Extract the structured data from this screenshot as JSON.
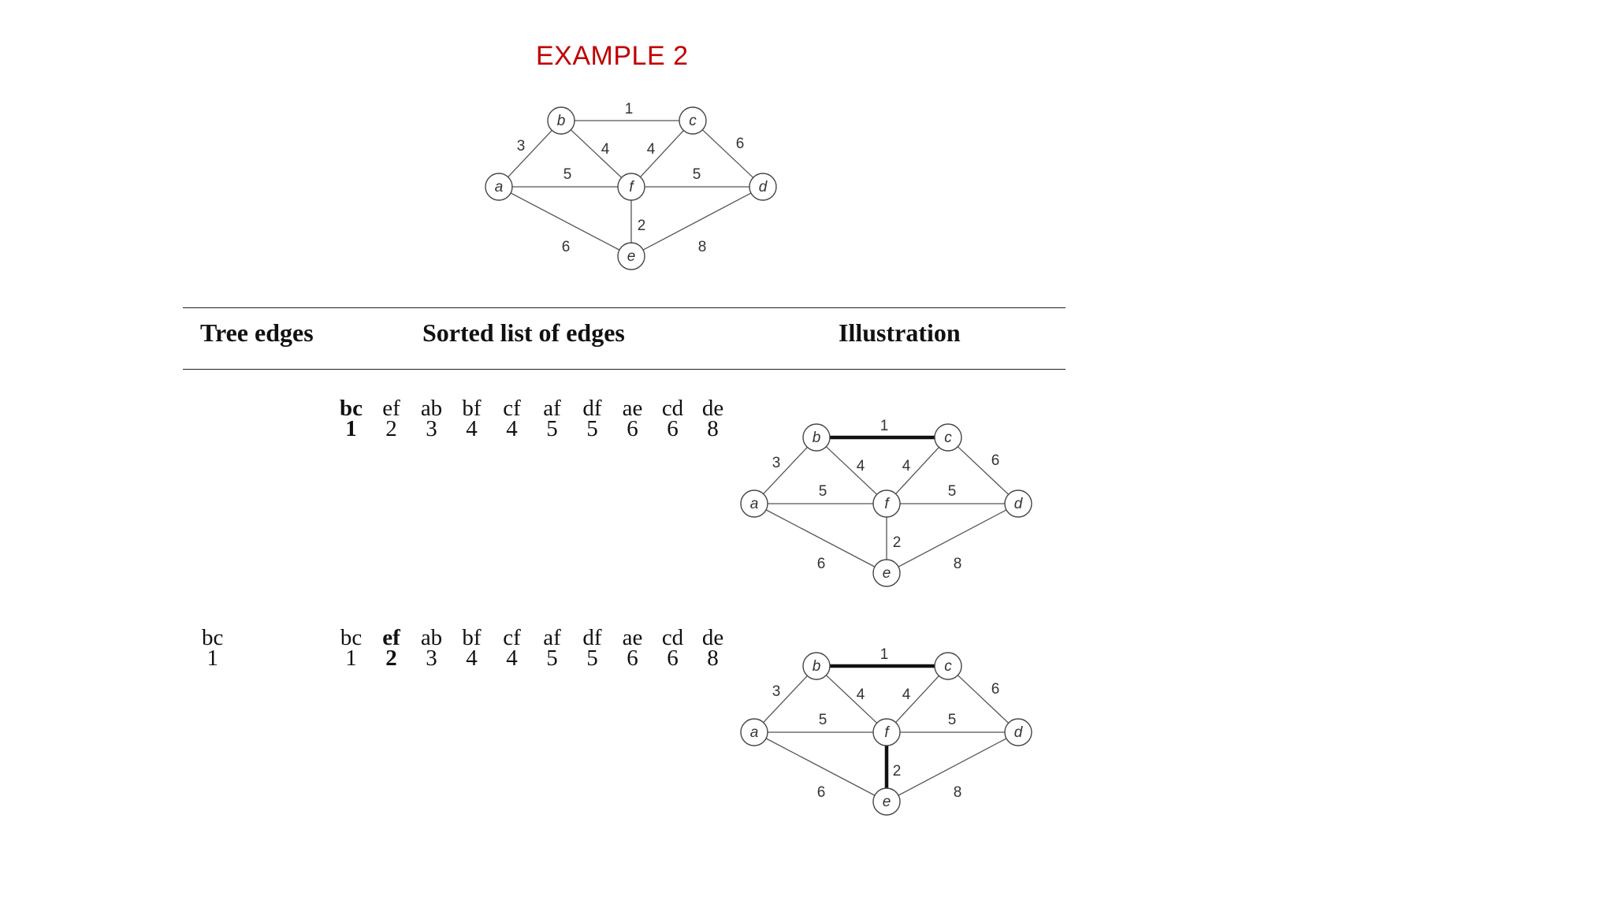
{
  "title": "EXAMPLE 2",
  "graph": {
    "nodes": [
      "a",
      "b",
      "c",
      "d",
      "e",
      "f"
    ],
    "edges": [
      {
        "id": "ab",
        "from": "a",
        "to": "b",
        "weight": "3"
      },
      {
        "id": "bc",
        "from": "b",
        "to": "c",
        "weight": "1"
      },
      {
        "id": "bf",
        "from": "b",
        "to": "f",
        "weight": "4"
      },
      {
        "id": "cf",
        "from": "c",
        "to": "f",
        "weight": "4"
      },
      {
        "id": "cd",
        "from": "c",
        "to": "d",
        "weight": "6"
      },
      {
        "id": "af",
        "from": "a",
        "to": "f",
        "weight": "5"
      },
      {
        "id": "df",
        "from": "d",
        "to": "f",
        "weight": "5"
      },
      {
        "id": "ef",
        "from": "e",
        "to": "f",
        "weight": "2"
      },
      {
        "id": "ae",
        "from": "a",
        "to": "e",
        "weight": "6"
      },
      {
        "id": "de",
        "from": "d",
        "to": "e",
        "weight": "8"
      }
    ]
  },
  "table": {
    "headers": {
      "tree_edges": "Tree edges",
      "sorted_list": "Sorted list of edges",
      "illustration": "Illustration"
    },
    "rows": [
      {
        "tree_edges": [],
        "sorted_edges": [
          {
            "edge": "bc",
            "weight": "1",
            "bold": true
          },
          {
            "edge": "ef",
            "weight": "2",
            "bold": false
          },
          {
            "edge": "ab",
            "weight": "3",
            "bold": false
          },
          {
            "edge": "bf",
            "weight": "4",
            "bold": false
          },
          {
            "edge": "cf",
            "weight": "4",
            "bold": false
          },
          {
            "edge": "af",
            "weight": "5",
            "bold": false
          },
          {
            "edge": "df",
            "weight": "5",
            "bold": false
          },
          {
            "edge": "ae",
            "weight": "6",
            "bold": false
          },
          {
            "edge": "cd",
            "weight": "6",
            "bold": false
          },
          {
            "edge": "de",
            "weight": "8",
            "bold": false
          }
        ],
        "highlighted_edges": [
          "bc"
        ]
      },
      {
        "tree_edges": [
          {
            "edge": "bc",
            "weight": "1"
          }
        ],
        "sorted_edges": [
          {
            "edge": "bc",
            "weight": "1",
            "bold": false
          },
          {
            "edge": "ef",
            "weight": "2",
            "bold": true
          },
          {
            "edge": "ab",
            "weight": "3",
            "bold": false
          },
          {
            "edge": "bf",
            "weight": "4",
            "bold": false
          },
          {
            "edge": "cf",
            "weight": "4",
            "bold": false
          },
          {
            "edge": "af",
            "weight": "5",
            "bold": false
          },
          {
            "edge": "df",
            "weight": "5",
            "bold": false
          },
          {
            "edge": "ae",
            "weight": "6",
            "bold": false
          },
          {
            "edge": "cd",
            "weight": "6",
            "bold": false
          },
          {
            "edge": "de",
            "weight": "8",
            "bold": false
          }
        ],
        "highlighted_edges": [
          "bc",
          "ef"
        ]
      }
    ]
  }
}
